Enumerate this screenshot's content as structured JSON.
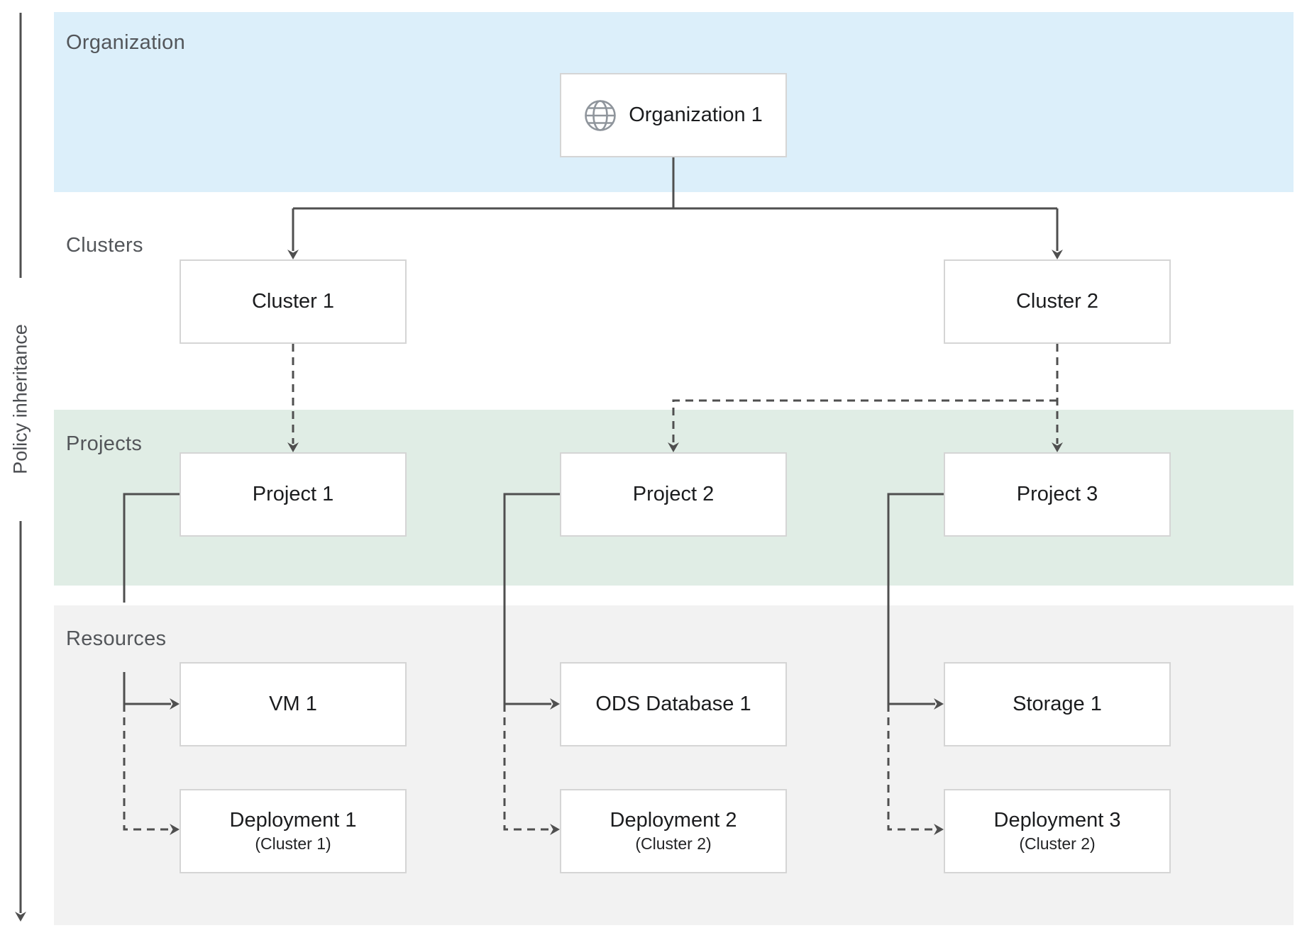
{
  "diagram": {
    "policy_axis_label": "Policy inheritance",
    "bands": {
      "organization": {
        "label": "Organization",
        "color": "#dceffa"
      },
      "clusters": {
        "label": "Clusters",
        "color": "#ffffff"
      },
      "projects": {
        "label": "Projects",
        "color": "#e0ede5"
      },
      "resources": {
        "label": "Resources",
        "color": "#f2f2f2"
      }
    },
    "nodes": {
      "organization1": {
        "label": "Organization 1",
        "icon": "globe-icon"
      },
      "cluster1": {
        "label": "Cluster 1"
      },
      "cluster2": {
        "label": "Cluster 2"
      },
      "project1": {
        "label": "Project 1"
      },
      "project2": {
        "label": "Project 2"
      },
      "project3": {
        "label": "Project 3"
      },
      "vm1": {
        "label": "VM 1"
      },
      "ods1": {
        "label": "ODS Database 1"
      },
      "storage1": {
        "label": "Storage 1"
      },
      "deployment1": {
        "label": "Deployment 1",
        "sublabel": "(Cluster 1)"
      },
      "deployment2": {
        "label": "Deployment 2",
        "sublabel": "(Cluster 2)"
      },
      "deployment3": {
        "label": "Deployment 3",
        "sublabel": "(Cluster 2)"
      }
    },
    "edges": [
      {
        "from": "organization1",
        "to": "cluster1",
        "style": "solid"
      },
      {
        "from": "organization1",
        "to": "cluster2",
        "style": "solid"
      },
      {
        "from": "cluster1",
        "to": "project1",
        "style": "dashed"
      },
      {
        "from": "cluster2",
        "to": "project2",
        "style": "dashed"
      },
      {
        "from": "cluster2",
        "to": "project3",
        "style": "dashed"
      },
      {
        "from": "project1",
        "to": "vm1",
        "style": "solid"
      },
      {
        "from": "project1",
        "to": "deployment1",
        "style": "dashed"
      },
      {
        "from": "project2",
        "to": "ods1",
        "style": "solid"
      },
      {
        "from": "project2",
        "to": "deployment2",
        "style": "dashed"
      },
      {
        "from": "project3",
        "to": "storage1",
        "style": "solid"
      },
      {
        "from": "project3",
        "to": "deployment3",
        "style": "dashed"
      }
    ],
    "colors": {
      "connector": "#4f4f4f",
      "node_border": "#d5d5d5",
      "node_fill": "#ffffff",
      "band_label_text": "#53565a",
      "node_text": "#1b1c1e",
      "globe_icon": "#8f959c"
    }
  }
}
